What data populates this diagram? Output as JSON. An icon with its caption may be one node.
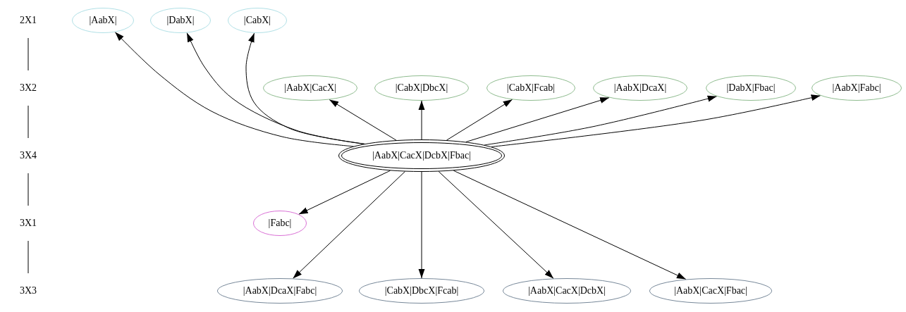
{
  "diagram": {
    "nodes": [
      {
        "text": [
          "2X1"
        ]
      },
      {
        "text": [
          "|AabX|"
        ]
      },
      {
        "text": [
          "|DabX|"
        ]
      },
      {
        "text": [
          "|CabX|"
        ]
      },
      {
        "text": [
          "3X2"
        ]
      },
      {
        "text": [
          "|AabX|CacX|"
        ]
      },
      {
        "text": [
          "|CabX|DbcX|"
        ]
      },
      {
        "text": [
          "|CabX|Fcab|"
        ]
      },
      {
        "text": [
          "|AabX|DcaX|"
        ]
      },
      {
        "text": [
          "|DabX|Fbac|"
        ]
      },
      {
        "text": [
          "|AabX|Fabc|"
        ]
      },
      {
        "text": [
          "3X4"
        ]
      },
      {
        "text": [
          "|AabX|CacX|DcbX|Fbac|"
        ]
      },
      {
        "text": [
          "3X1"
        ]
      },
      {
        "text": [
          "|Fabc|"
        ]
      },
      {
        "text": [
          "3X3"
        ]
      },
      {
        "text": [
          "|AabX|DcaX|Fabc|"
        ]
      },
      {
        "text": [
          "|CabX|DbcX|Fcab|"
        ]
      },
      {
        "text": [
          "|AabX|CacX|DcbX|"
        ]
      },
      {
        "text": [
          "|AabX|CacX|Fbac|"
        ]
      }
    ],
    "edges": [
      {
        "from": 0,
        "to": 4,
        "arrow": "none"
      },
      {
        "from": 4,
        "to": 11,
        "arrow": "none"
      },
      {
        "from": 11,
        "to": 13,
        "arrow": "none"
      },
      {
        "from": 13,
        "to": 15,
        "arrow": "none"
      },
      {
        "from": 12,
        "to": 1,
        "arrow": "to"
      },
      {
        "from": 12,
        "to": 2,
        "arrow": "to"
      },
      {
        "from": 12,
        "to": 3,
        "arrow": "to"
      },
      {
        "from": 12,
        "to": 5,
        "arrow": "to"
      },
      {
        "from": 12,
        "to": 6,
        "arrow": "to"
      },
      {
        "from": 12,
        "to": 7,
        "arrow": "to"
      },
      {
        "from": 12,
        "to": 8,
        "arrow": "to"
      },
      {
        "from": 12,
        "to": 9,
        "arrow": "to"
      },
      {
        "from": 12,
        "to": 10,
        "arrow": "to"
      },
      {
        "from": 12,
        "to": 14,
        "arrow": "to"
      },
      {
        "from": 12,
        "to": 16,
        "arrow": "to"
      },
      {
        "from": 12,
        "to": 17,
        "arrow": "to"
      },
      {
        "from": 12,
        "to": 18,
        "arrow": "to"
      },
      {
        "from": 12,
        "to": 19,
        "arrow": "to"
      }
    ]
  }
}
